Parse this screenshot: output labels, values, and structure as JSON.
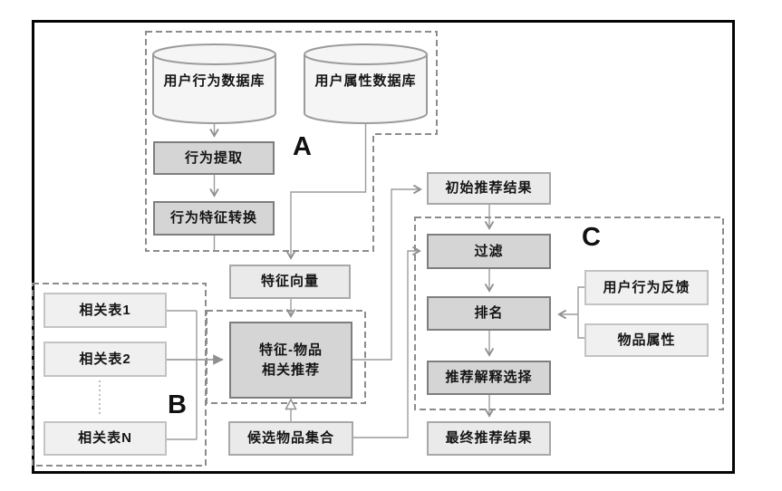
{
  "figure": {
    "type": "flowchart",
    "groups": {
      "a": "A",
      "b": "B",
      "c": "C"
    },
    "nodes": {
      "user_behavior_db": "用户行为数据库",
      "user_attribute_db": "用户属性数据库",
      "behavior_extraction": "行为提取",
      "behavior_feature_conversion": "行为特征转换",
      "feature_vector": "特征向量",
      "relation_table_1": "相关表1",
      "relation_table_2": "相关表2",
      "relation_table_n": "相关表N",
      "feature_item_recommend_line1": "特征-物品",
      "feature_item_recommend_line2": "相关推荐",
      "candidate_item_set": "候选物品集合",
      "initial_recommendation_result": "初始推荐结果",
      "filter": "过滤",
      "ranking": "排名",
      "recommendation_explanation_selection": "推荐解释选择",
      "final_recommendation_result": "最终推荐结果",
      "user_behavior_feedback": "用户行为反馈",
      "item_attribute": "物品属性"
    },
    "colors": {
      "background": "#ffffff",
      "frame_border": "#050505",
      "process_fill": "#d5d5d5",
      "process_border": "#7e7e7e",
      "data_fill": "#eaeaea",
      "data_border": "#a8a8a8",
      "table_fill": "#f0f0f0",
      "table_border": "#c3c3c3",
      "cylinder_fill": "#f5f5f5",
      "cylinder_border": "#9b9b9b",
      "connector": "#999999",
      "group_dash": "#8c8c8c",
      "text": "#151515"
    }
  }
}
